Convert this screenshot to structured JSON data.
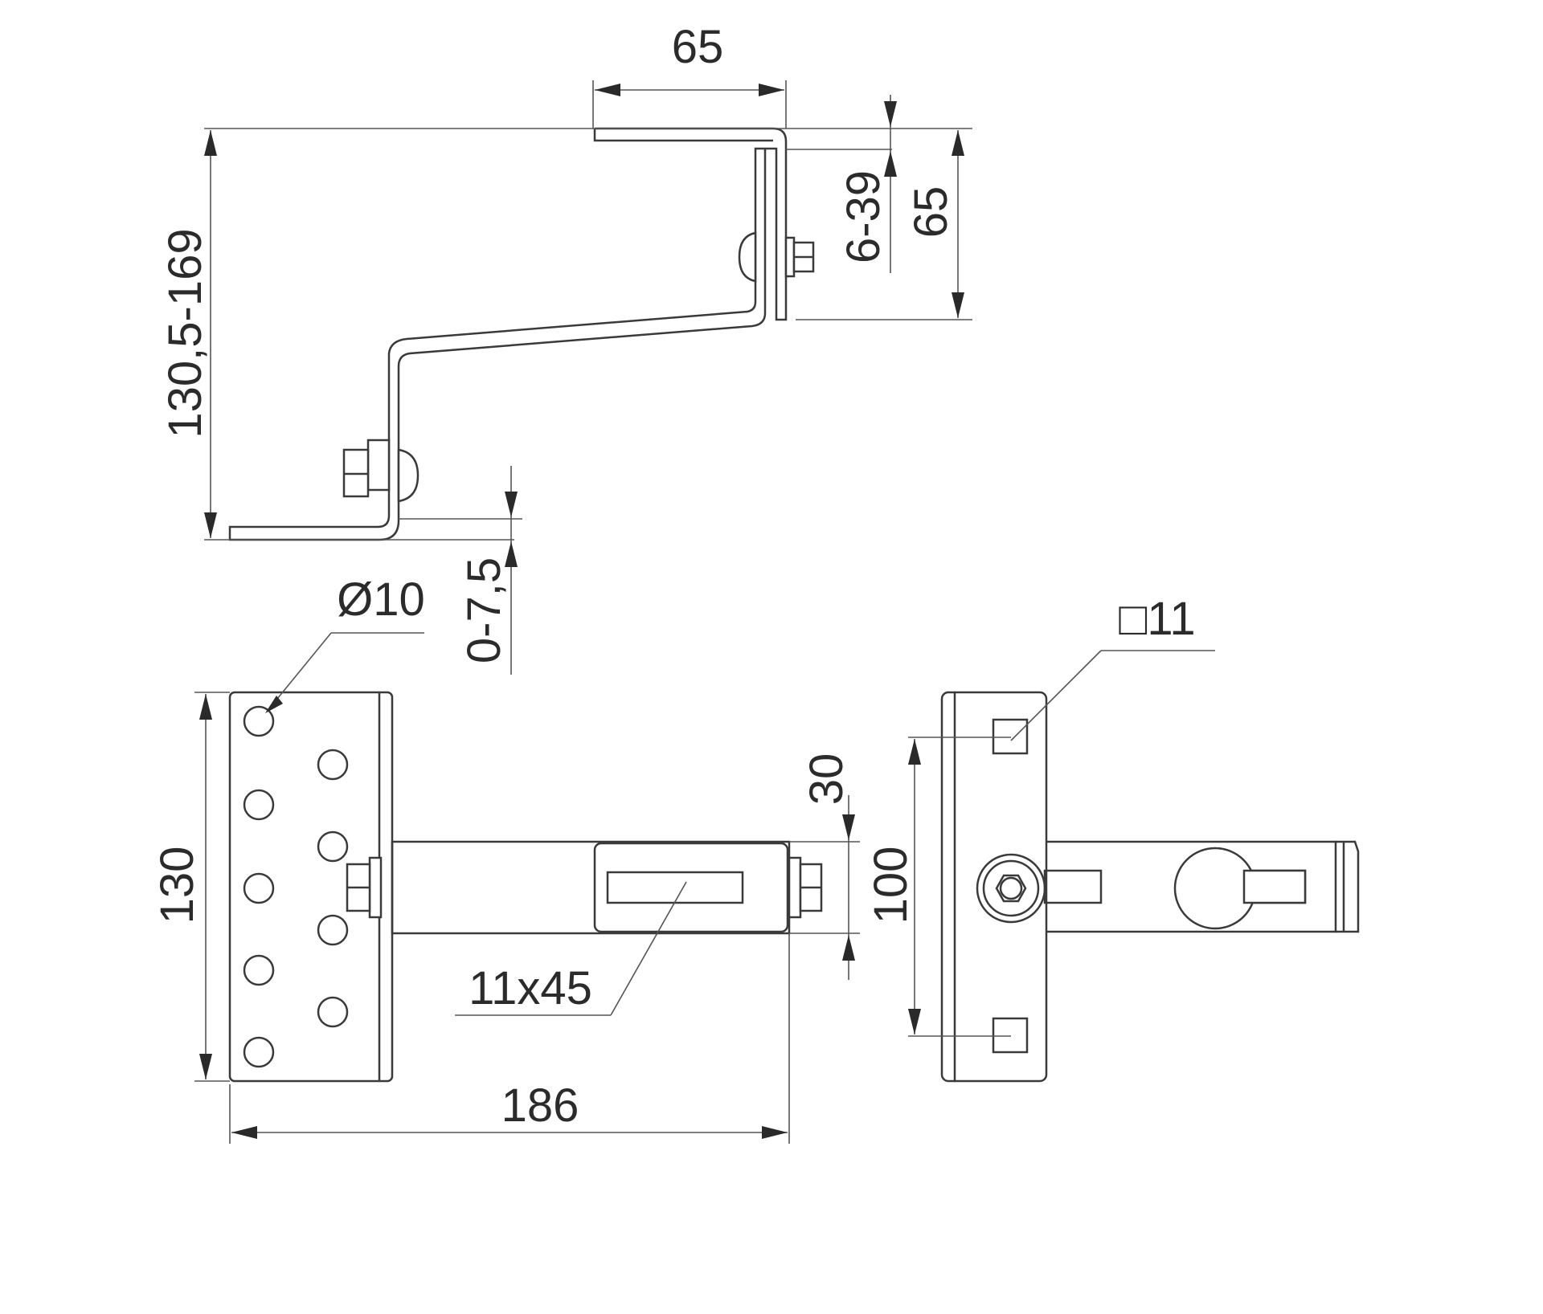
{
  "diagram": {
    "dimensions": {
      "top_width": "65",
      "total_height": "130,5-169",
      "hook_adjust": "6-39",
      "top_height": "65",
      "base_adjust": "0-7,5",
      "hole_diameter": "Ø10",
      "plate_height": "130",
      "slot_size": "11x45",
      "arm_width": "30",
      "hole_spacing": "100",
      "overall_length": "186",
      "square_hole": "□11"
    },
    "colors": {
      "line": "#3a3a3a",
      "background": "#ffffff"
    }
  }
}
